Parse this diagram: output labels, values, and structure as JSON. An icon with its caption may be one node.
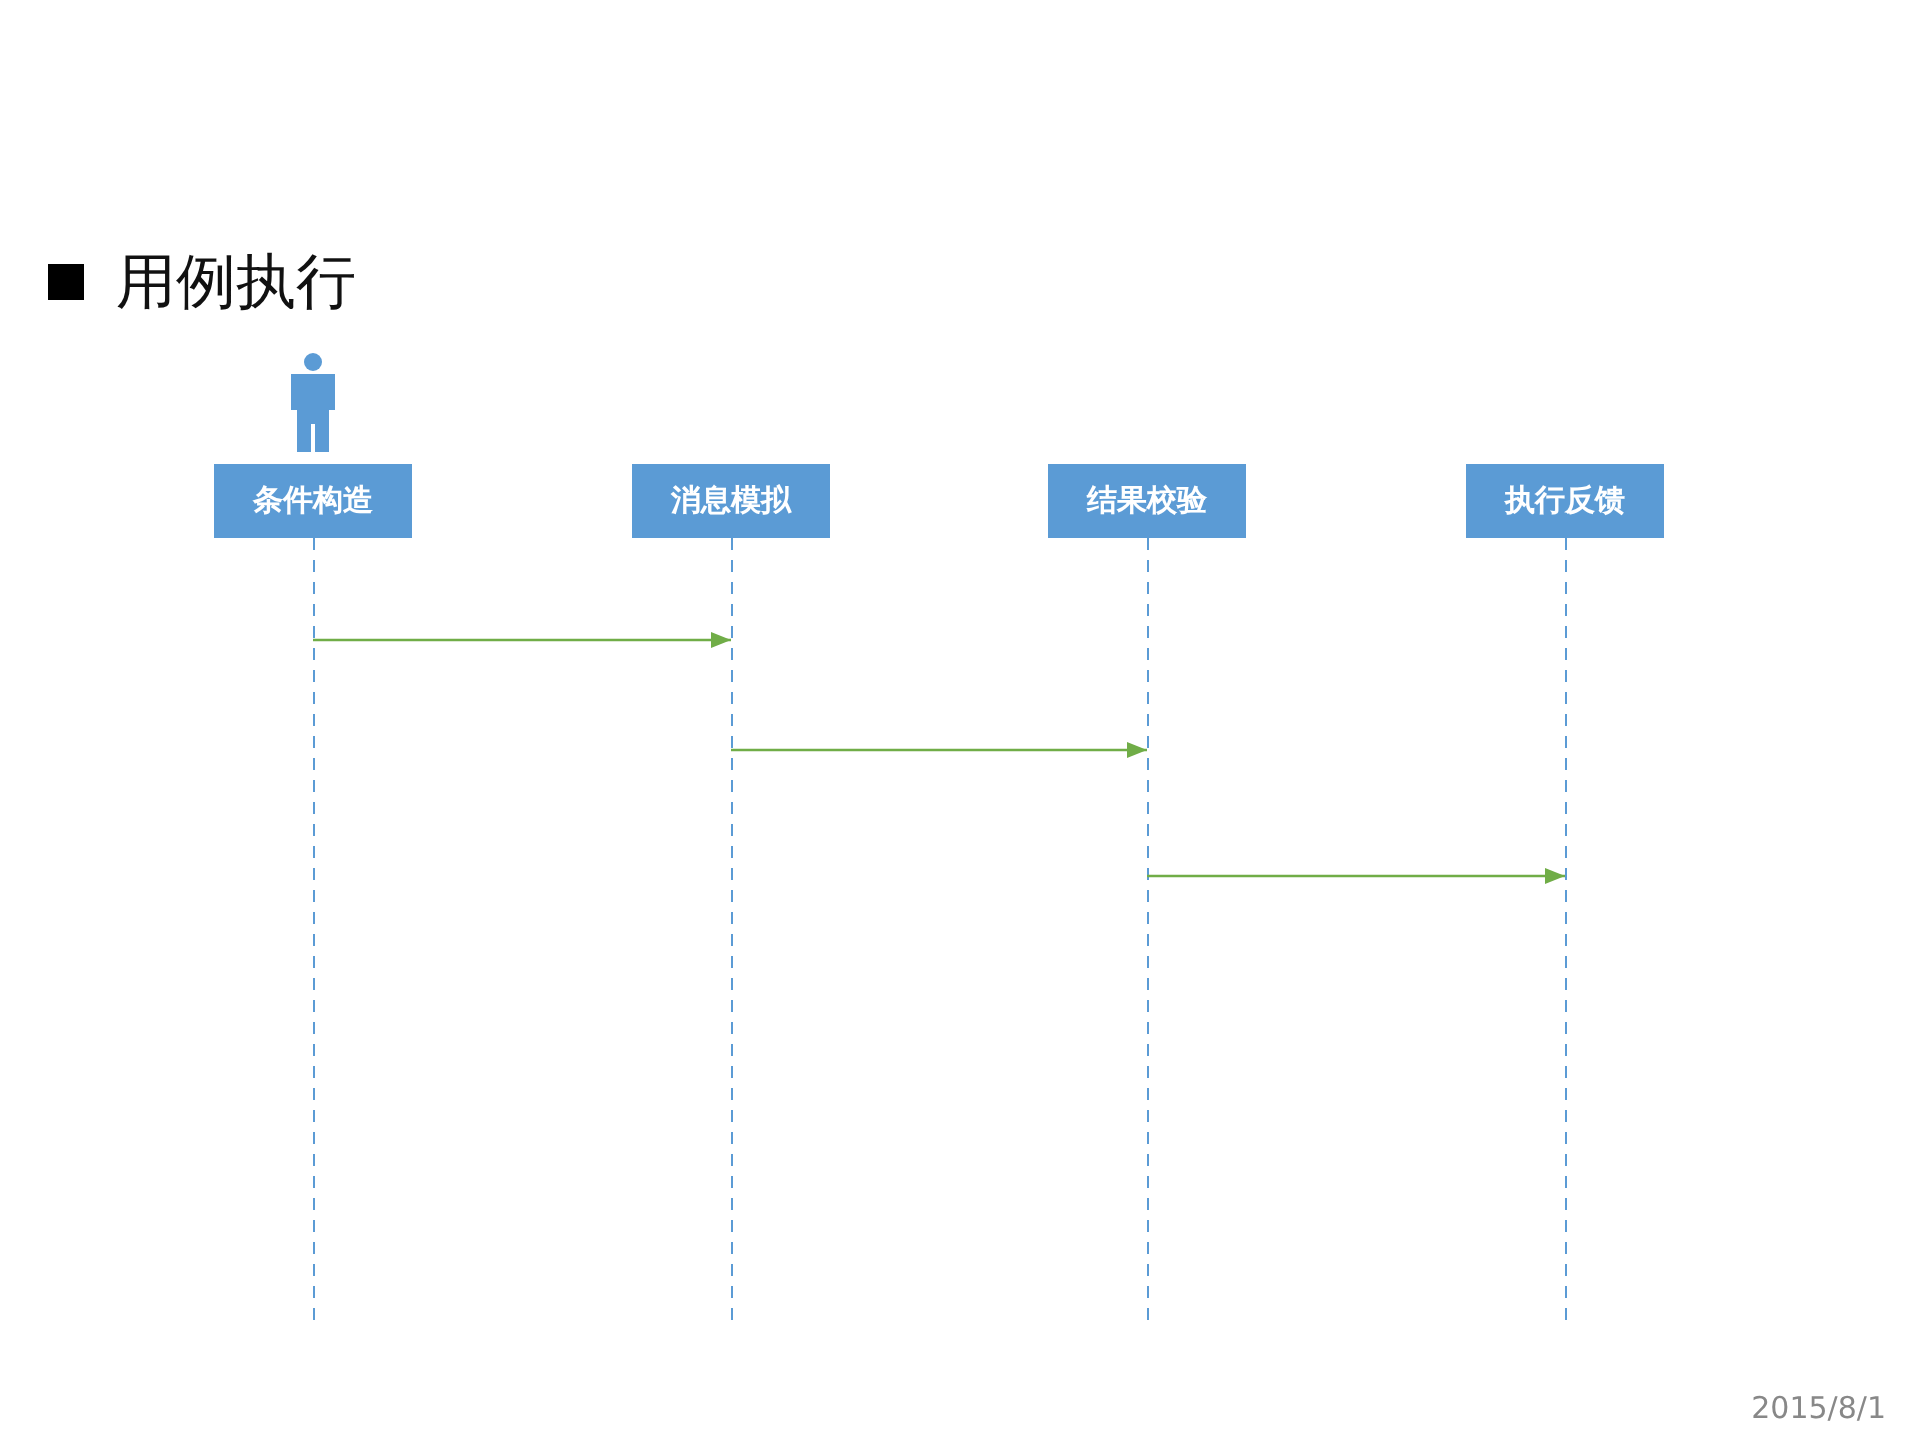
{
  "diagram": {
    "title": "用例执行",
    "nodes": [
      {
        "text": [
          "条件构造"
        ]
      },
      {
        "text": [
          "消息模拟"
        ]
      },
      {
        "text": [
          "结果校验"
        ]
      },
      {
        "text": [
          "执行反馈"
        ]
      }
    ],
    "edges": [
      {
        "from": 0,
        "to": 1,
        "arrow": "to"
      },
      {
        "from": 1,
        "to": 2,
        "arrow": "to"
      },
      {
        "from": 2,
        "to": 3,
        "arrow": "to"
      }
    ],
    "labels": [
      "2015/8/1"
    ]
  }
}
